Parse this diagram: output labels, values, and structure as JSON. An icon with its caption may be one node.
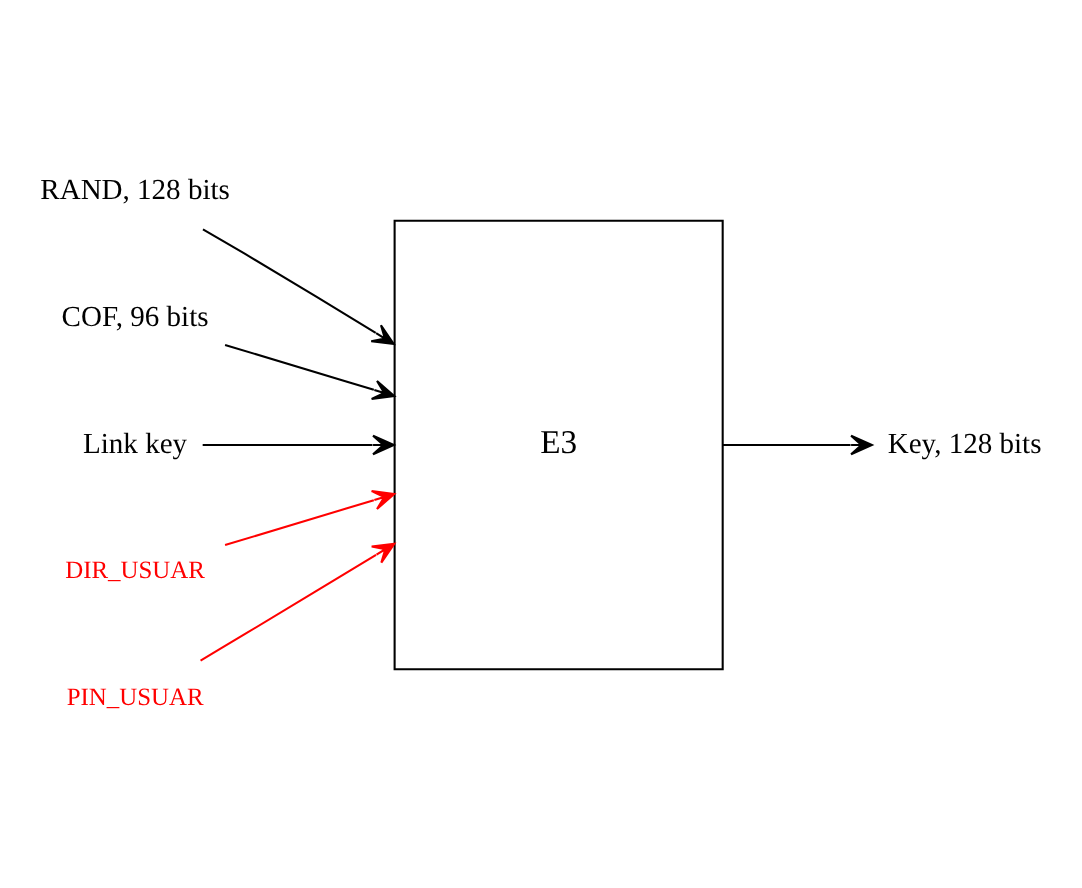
{
  "diagram": {
    "nodes": [
      {
        "text": [
          "E3"
        ]
      },
      {
        "text": [
          "RAND, 128 bits"
        ]
      },
      {
        "text": [
          "COF, 96 bits"
        ]
      },
      {
        "text": [
          "Link key"
        ]
      },
      {
        "text": [
          "DIR_USUAR"
        ]
      },
      {
        "text": [
          "PIN_USUAR"
        ]
      },
      {
        "text": [
          "Key, 128 bits"
        ]
      }
    ],
    "edges": [
      {
        "from": 1,
        "to": 0,
        "arrow": "to"
      },
      {
        "from": 2,
        "to": 0,
        "arrow": "to"
      },
      {
        "from": 3,
        "to": 0,
        "arrow": "to"
      },
      {
        "from": 4,
        "to": 0,
        "arrow": "to",
        "color": "#ff0000"
      },
      {
        "from": 5,
        "to": 0,
        "arrow": "to",
        "color": "#ff0000"
      },
      {
        "from": 0,
        "to": 6,
        "arrow": "to"
      }
    ]
  }
}
